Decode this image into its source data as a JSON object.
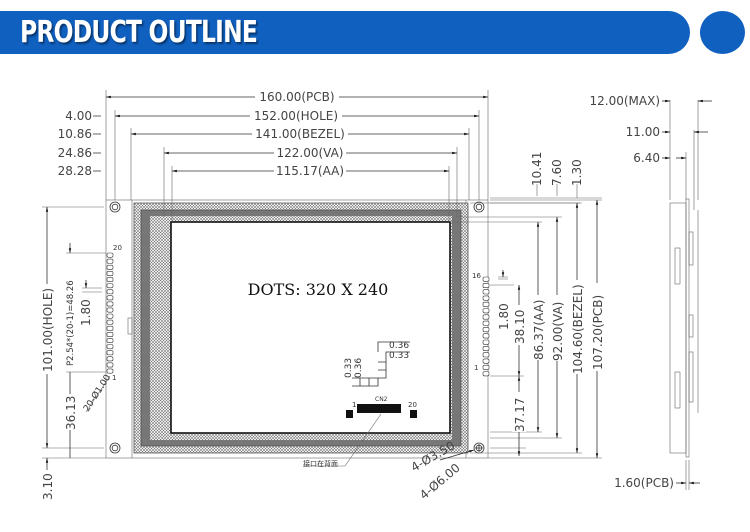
{
  "header": {
    "title": "PRODUCT OUTLINE",
    "color": "#1060c0"
  },
  "top_dims": {
    "pcb": "160.00(PCB)",
    "hole": "152.00(HOLE)",
    "bezel": "141.00(BEZEL)",
    "va": "122.00(VA)",
    "aa": "115.17(AA)",
    "off_hole": "4.00",
    "off_bezel": "10.86",
    "off_va": "24.86",
    "off_aa": "28.28"
  },
  "top_right_dims": {
    "d1": "10.41",
    "d2": "7.60",
    "d3": "1.30"
  },
  "left_dims": {
    "hole": "101.00(HOLE)",
    "pitch": "P2.54*(20-1)=48.26",
    "pin": "1.80",
    "offset": "36.13",
    "bottom": "3.10",
    "pins": "20-Ø1.00",
    "pin_first": "1",
    "pin_last": "20"
  },
  "right_dims": {
    "pin": "1.80",
    "span": "38.10",
    "aa": "86.37(AA)",
    "va": "92.00(VA)",
    "bezel": "104.60(BEZEL)",
    "pcb": "107.20(PCB)",
    "offset": "37.17",
    "pin_first": "1",
    "pin_last": "16"
  },
  "side_dims": {
    "max": "12.00(MAX)",
    "d11": "11.00",
    "d64": "6.40",
    "pcb": "1.60(PCB)"
  },
  "screen": {
    "dots": "DOTS: 320 X 240"
  },
  "pixel_detail": {
    "w1": "0.36",
    "w2": "0.33",
    "h1": "0.33",
    "h2": "0.36"
  },
  "cn2": {
    "label": "CN2",
    "first": "1",
    "last": "20",
    "note": "接口在背面"
  },
  "holes": {
    "small": "4-Ø3.50",
    "large": "4-Ø6.00"
  }
}
